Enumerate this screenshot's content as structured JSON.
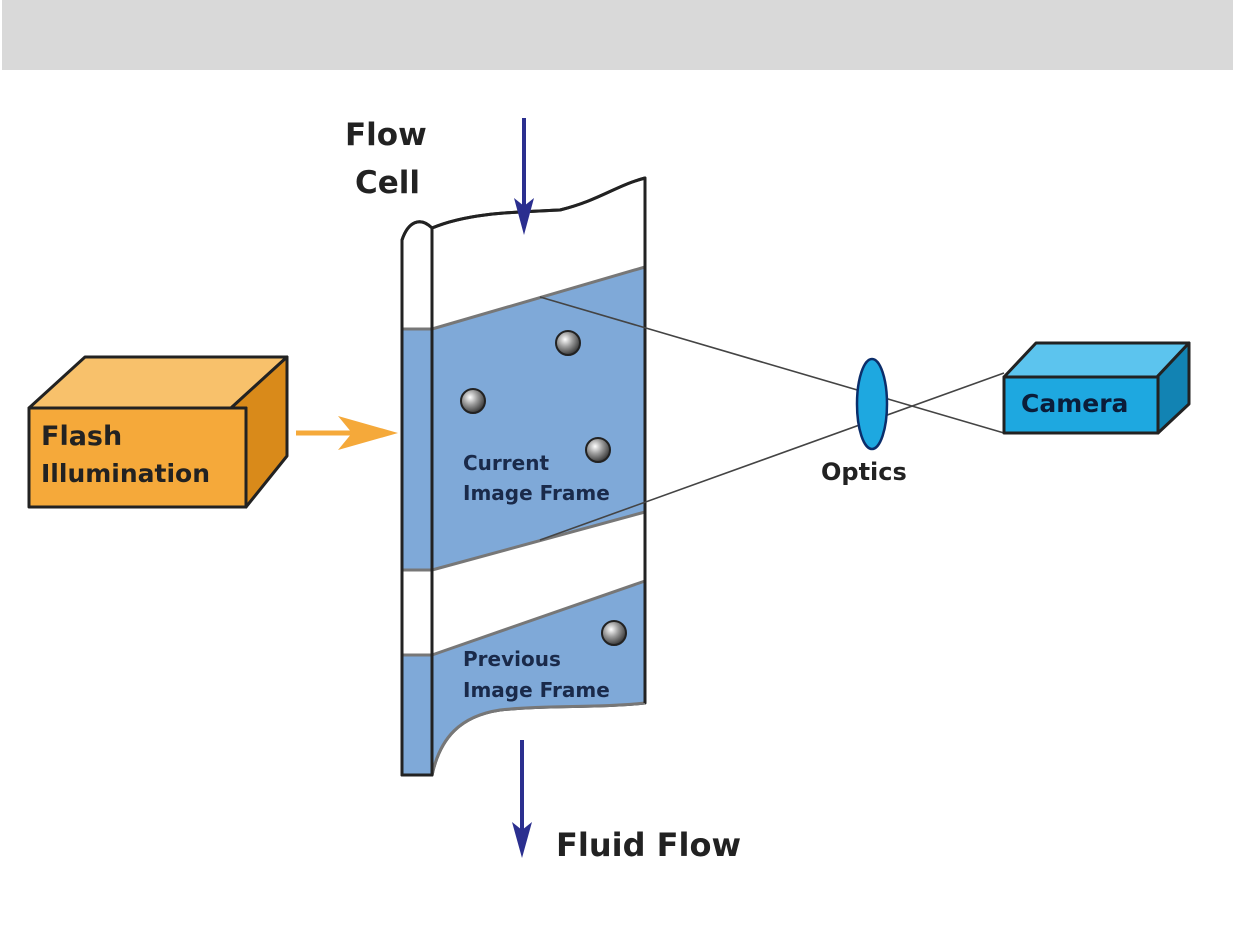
{
  "labels": {
    "flow_cell_line1": "Flow",
    "flow_cell_line2": "Cell",
    "flash_line1": "Flash",
    "flash_line2": "Illumination",
    "current_line1": "Current",
    "current_line2": "Image Frame",
    "previous_line1": "Previous",
    "previous_line2": "Image Frame",
    "optics": "Optics",
    "camera": "Camera",
    "fluid_flow": "Fluid Flow"
  },
  "colors": {
    "top_band": "#d9d9d9",
    "flash_box": "#f5a93a",
    "camera_box": "#1ea8e0",
    "frame_fill": "#7fa9d8",
    "flow_arrow": "#2b2f8f",
    "illumination_arrow": "#f5a93a",
    "lens": "#1ea8e0"
  }
}
